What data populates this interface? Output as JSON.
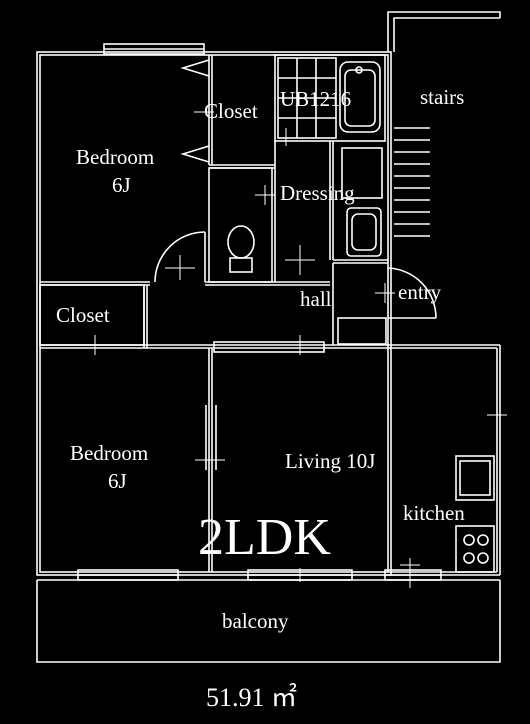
{
  "plan": {
    "type_label": "2LDK",
    "area": "51.91 ㎡",
    "rooms": {
      "bedroom_top": {
        "name": "Bedroom",
        "size": "6J"
      },
      "bedroom_bottom": {
        "name": "Bedroom",
        "size": "6J"
      },
      "closet_top": "Closet",
      "closet_left": "Closet",
      "bath": "UB1216",
      "stairs": "stairs",
      "dressing": "Dressing",
      "hall": "hall",
      "entry": "entry",
      "living": "Living 10J",
      "kitchen": "kitchen",
      "balcony": "balcony"
    }
  },
  "colors": {
    "background": "#000000",
    "lines": "#ffffff"
  }
}
